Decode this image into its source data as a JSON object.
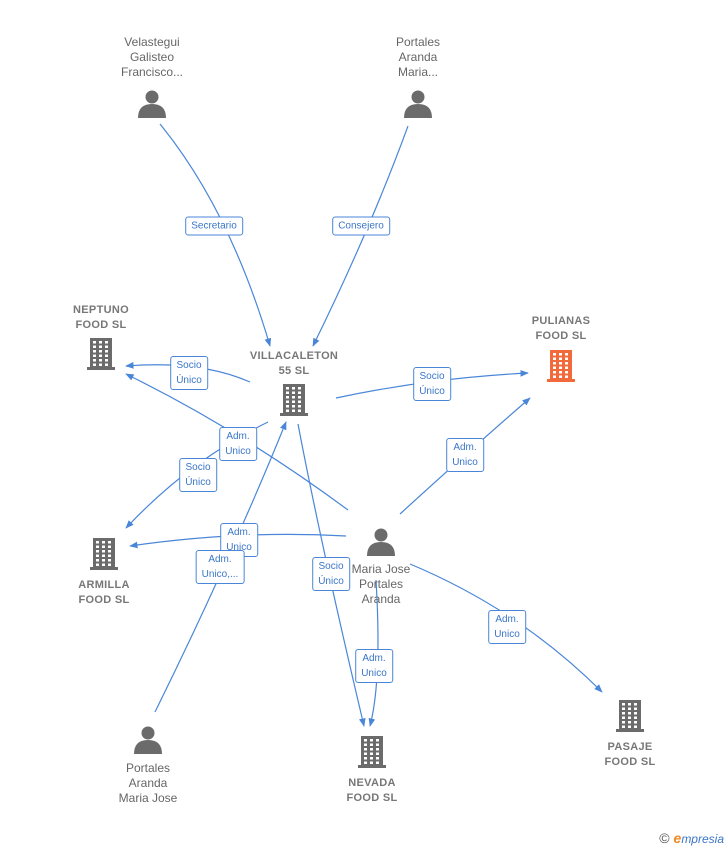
{
  "colors": {
    "edge": "#4a86d8",
    "building": "#6b6b6b",
    "highlight": "#f26a3c",
    "person": "#6b6b6b"
  },
  "persons": [
    {
      "id": "p1",
      "lines": [
        "Velastegui",
        "Galisteo",
        "Francisco..."
      ]
    },
    {
      "id": "p2",
      "lines": [
        "Portales",
        "Aranda",
        "Maria..."
      ]
    },
    {
      "id": "p3",
      "lines": [
        "Maria Jose",
        "Portales",
        "Aranda"
      ]
    },
    {
      "id": "p4",
      "lines": [
        "Portales",
        "Aranda",
        "Maria Jose"
      ]
    }
  ],
  "companies": [
    {
      "id": "c_villa",
      "lines": [
        "VILLACALETON",
        "55 SL"
      ],
      "highlight": false
    },
    {
      "id": "c_neptuno",
      "lines": [
        "NEPTUNO",
        "FOOD SL"
      ],
      "highlight": false
    },
    {
      "id": "c_pulianas",
      "lines": [
        "PULIANAS",
        "FOOD  SL"
      ],
      "highlight": true
    },
    {
      "id": "c_armilla",
      "lines": [
        "ARMILLA",
        "FOOD  SL"
      ],
      "highlight": false
    },
    {
      "id": "c_nevada",
      "lines": [
        "NEVADA",
        "FOOD  SL"
      ],
      "highlight": false
    },
    {
      "id": "c_pasaje",
      "lines": [
        "PASAJE",
        "FOOD  SL"
      ],
      "highlight": false
    }
  ],
  "edges": [
    {
      "from": "p1",
      "to": "c_villa",
      "label": [
        "Secretario"
      ]
    },
    {
      "from": "p2",
      "to": "c_villa",
      "label": [
        "Consejero"
      ]
    },
    {
      "from": "c_villa",
      "to": "c_neptuno",
      "label": [
        "Socio",
        "Único"
      ]
    },
    {
      "from": "c_villa",
      "to": "c_pulianas",
      "label": [
        "Socio",
        "Único"
      ]
    },
    {
      "from": "p3",
      "to": "c_neptuno",
      "label": [
        "Adm.",
        "Unico"
      ]
    },
    {
      "from": "c_villa",
      "to": "c_armilla",
      "label": [
        "Socio",
        "Único"
      ]
    },
    {
      "from": "p3",
      "to": "c_armilla",
      "label": [
        "Adm.",
        "Unico"
      ]
    },
    {
      "from": "p4",
      "to": "c_villa",
      "label": [
        "Adm.",
        "Unico,..."
      ]
    },
    {
      "from": "c_villa",
      "to": "c_nevada",
      "label": [
        "Socio",
        "Único"
      ]
    },
    {
      "from": "p3",
      "to": "c_nevada",
      "label": [
        "Adm.",
        "Unico"
      ]
    },
    {
      "from": "p3",
      "to": "c_pulianas",
      "label": [
        "Adm.",
        "Unico"
      ]
    },
    {
      "from": "p3",
      "to": "c_pasaje",
      "label": [
        "Adm.",
        "Unico"
      ]
    }
  ],
  "watermark": {
    "symbol": "©",
    "brand_initial": "e",
    "brand_rest": "mpresia"
  }
}
